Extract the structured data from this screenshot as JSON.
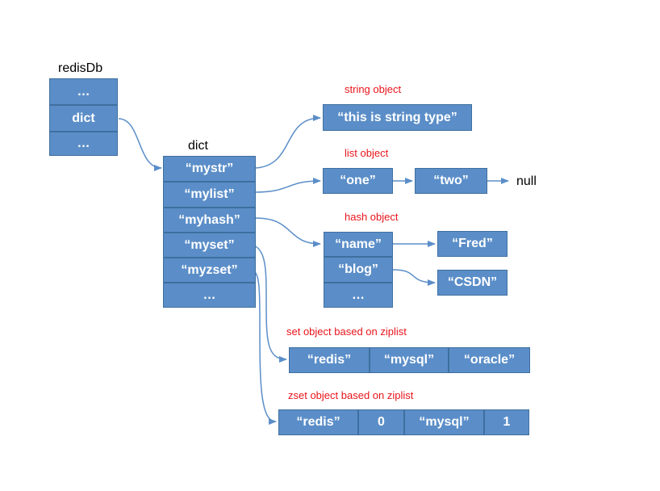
{
  "redisdb": {
    "title": "redisDb",
    "cells": [
      "…",
      "dict",
      "…"
    ]
  },
  "dict": {
    "title": "dict",
    "keys": [
      "“mystr”",
      "“mylist”",
      "“myhash”",
      "“myset”",
      "“myzset”",
      "…"
    ]
  },
  "string_obj": {
    "caption": "string object",
    "value": "“this is string type”"
  },
  "list_obj": {
    "caption": "list object",
    "items": [
      "“one”",
      "“two”"
    ],
    "null_label": "null"
  },
  "hash_obj": {
    "caption": "hash object",
    "keys": [
      "“name”",
      "“blog”",
      "…"
    ],
    "values": [
      "“Fred”",
      "“CSDN”"
    ]
  },
  "set_obj": {
    "caption": "set object based on ziplist",
    "items": [
      "“redis”",
      "“mysql”",
      "“oracle”"
    ]
  },
  "zset_obj": {
    "caption": "zset object based on ziplist",
    "items": [
      "“redis”",
      "0",
      "“mysql”",
      "1"
    ]
  },
  "colors": {
    "box_fill": "#5b8ec8",
    "box_border": "#3f6f9f",
    "caption": "#e8141b",
    "arrow": "#5b8ec8"
  }
}
